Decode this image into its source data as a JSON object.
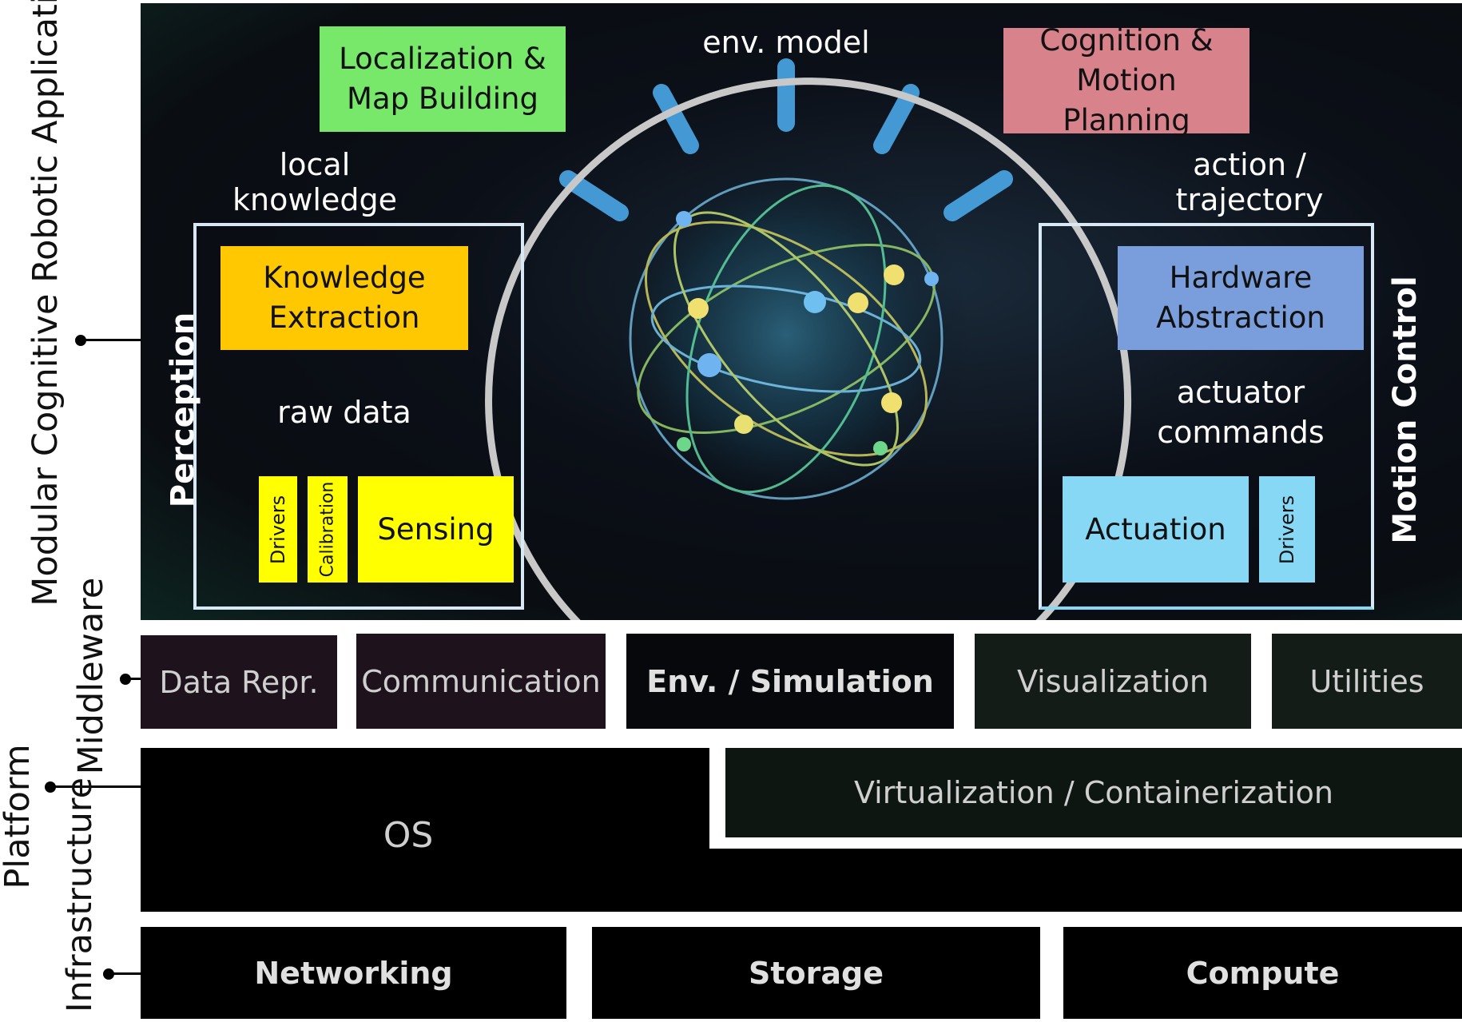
{
  "layers": {
    "applications": "Modular Cognitive Robotic Applications",
    "middleware": "Middleware",
    "platform": "Platform",
    "infrastructure": "Infrastructure"
  },
  "app": {
    "localization": "Localization & Map Building",
    "cognition": "Cognition & Motion Planning",
    "env_model": "env. model",
    "local_knowledge": "local knowledge",
    "action_trajectory": "action / trajectory",
    "perception": {
      "title": "Perception",
      "knowledge_extraction": "Knowledge Extraction",
      "raw_data": "raw data",
      "drivers": "Drivers",
      "calibration": "Calibration",
      "sensing": "Sensing"
    },
    "motion_control": {
      "title": "Motion Control",
      "hardware_abstraction": "Hardware Abstraction",
      "actuator_commands": "actuator commands",
      "actuation": "Actuation",
      "drivers": "Drivers"
    }
  },
  "middleware": {
    "data_repr": "Data Repr.",
    "communication": "Communication",
    "env_simulation": "Env. / Simulation",
    "visualization": "Visualization",
    "utilities": "Utilities"
  },
  "platform": {
    "virtualization": "Virtualization / Containerization",
    "os": "OS"
  },
  "infrastructure": {
    "networking": "Networking",
    "storage": "Storage",
    "compute": "Compute"
  },
  "colors": {
    "localization": "#77e86a",
    "cognition": "#d8828c",
    "knowledge": "#ffc800",
    "sensing": "#ffff00",
    "hardware": "#7a9edc",
    "actuation": "#86d8f5"
  }
}
